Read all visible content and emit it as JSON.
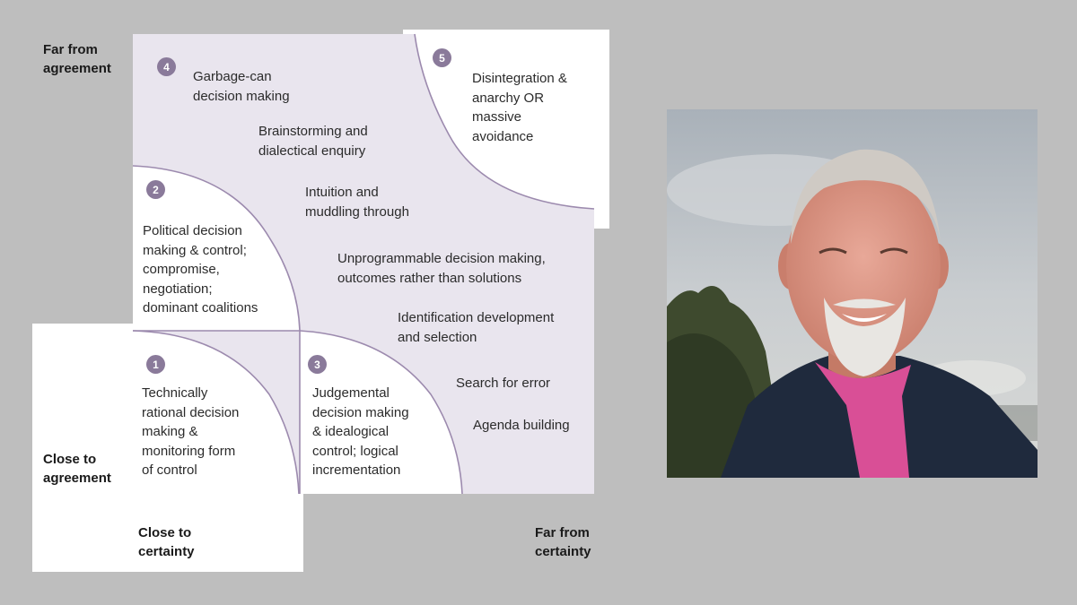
{
  "axes": {
    "top_left": "Far from\nagreement",
    "bottom_left": "Close to\nagreement",
    "bottom_near": "Close to\ncertainty",
    "bottom_far": "Far from\ncertainty"
  },
  "regions": [
    {
      "number": "1",
      "text": "Technically\nrational decision\nmaking &\nmonitoring form\nof control"
    },
    {
      "number": "2",
      "text": "Political decision\nmaking & control;\ncompromise,\nnegotiation;\ndominant coalitions"
    },
    {
      "number": "3",
      "text": "Judgemental\ndecision making\n& idealogical\ncontrol; logical\nincrementation"
    },
    {
      "number": "4",
      "text": "Garbage-can\ndecision making"
    },
    {
      "number": "5",
      "text": "Disintegration &\nanarchy OR\nmassive\navoidance"
    }
  ],
  "zone_labels": [
    "Brainstorming and\ndialectical enquiry",
    "Intuition and\nmuddling through",
    "Unprogrammable decision making,\noutcomes rather than solutions",
    "Identification development\nand selection",
    "Search for error",
    "Agenda building"
  ],
  "colors": {
    "background": "#bebebe",
    "diagram_fill": "#e9e5ee",
    "curve_stroke": "#9c8aae",
    "badge": "#8a7a9a"
  },
  "photo": {
    "subject": "portrait-photo"
  }
}
